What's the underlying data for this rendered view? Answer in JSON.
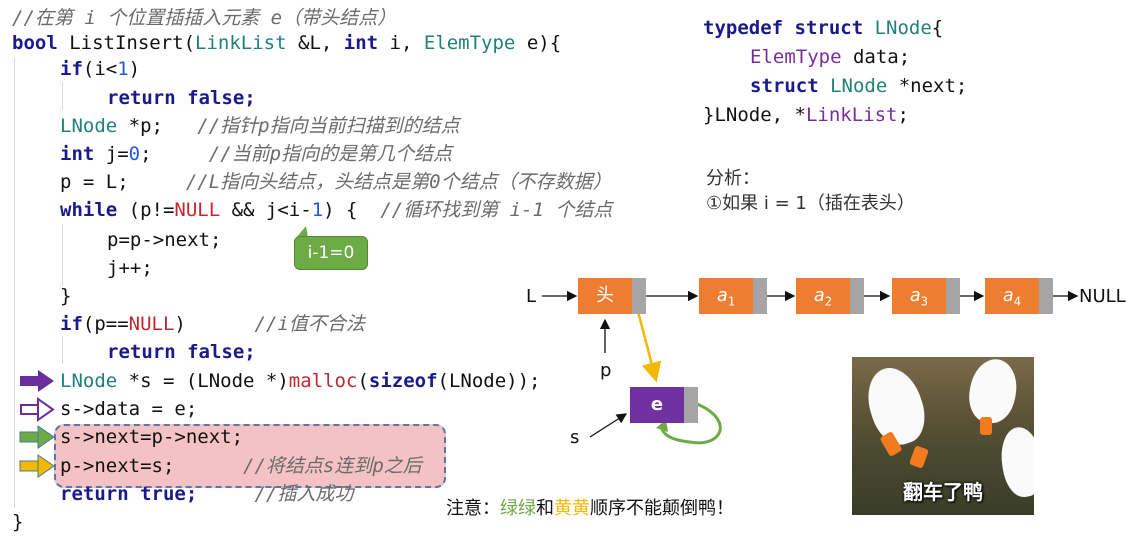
{
  "comment_title": "//在第 i 个位置插插入元素 e（带头结点）",
  "code": {
    "sig_kw": "bool",
    "sig_a": " ListInsert(",
    "sig_ty1": "LinkList",
    "sig_b": " &L, ",
    "sig_kw2": "int",
    "sig_c": " i, ",
    "sig_ty2": "ElemType",
    "sig_d": " e){",
    "if1_kw": "if",
    "if1_a": "(i<",
    "if1_num": "1",
    "if1_b": ")",
    "ret_false": "return false;",
    "decl_p_ty": "LNode",
    "decl_p": " *p;   ",
    "decl_p_cm": "//指针p指向当前扫描到的结点",
    "decl_j_kw": "int",
    "decl_j": " j=",
    "decl_j_num": "0",
    "decl_j_end": ";     ",
    "decl_j_cm": "//当前p指向的是第几个结点",
    "assign_p": "p = L;     ",
    "assign_p_cm": "//L指向头结点，头结点是第0个结点（不存数据）",
    "while_kw": "while",
    "while_a": " (p!=",
    "while_null": "NULL",
    "while_b": " && j<i-",
    "while_num": "1",
    "while_c": ") {  ",
    "while_cm": "//循环找到第 i-1 个结点",
    "p_next": "p=p->next;",
    "j_inc": "j++;",
    "close_brace": "}",
    "if2_kw": "if",
    "if2_a": "(p==",
    "if2_null": "NULL",
    "if2_b": ")      ",
    "if2_cm": "//i值不合法",
    "ret_false2": "return false;",
    "malloc_ty": "LNode",
    "malloc_a": " *s = (LNode *)",
    "malloc_fn": "malloc",
    "malloc_b": "(",
    "malloc_kw": "sizeof",
    "malloc_c": "(LNode));",
    "s_data": "s->data = e;",
    "s_next": "s->next=p->next;",
    "p_next_s": "p->next=s;",
    "p_next_s_cm": "//将结点s连到p之后",
    "ret_true_kw": "return true;",
    "ret_true_cm": "//插入成功",
    "final_brace": "}"
  },
  "bubble": "i-1=0",
  "struct_def": {
    "l1_kw": "typedef struct",
    "l1_ty": " LNode",
    "l1_end": "{",
    "l2_ty": "ElemType",
    "l2_rest": " data;",
    "l3_kw": "struct",
    "l3_ty": " LNode",
    "l3_rest": " *next;",
    "l4_a": "}",
    "l4_b": "LNode, *",
    "l4_ty": "LinkList",
    "l4_c": ";"
  },
  "analysis": {
    "title": "分析：",
    "case1": "①如果 i = 1（插在表头）"
  },
  "list": {
    "head_ptr_label": "L",
    "head_node": "头",
    "nodes": [
      "a",
      "a",
      "a",
      "a"
    ],
    "subs": [
      "1",
      "2",
      "3",
      "4"
    ],
    "null_label": "NULL",
    "p_label": "p",
    "s_label": "s",
    "new_node": "e"
  },
  "note": {
    "prefix": "注意：",
    "green": "绿绿",
    "and": "和",
    "yellow": "黄黄",
    "suffix": "顺序不能颠倒鸭！"
  },
  "meme_caption": "翻车了鸭",
  "colors": {
    "orange": "#ed7d31",
    "purple": "#7030a0",
    "green": "#6cab46",
    "yellow": "#f5b800",
    "highlight": "#f4c2c4"
  }
}
